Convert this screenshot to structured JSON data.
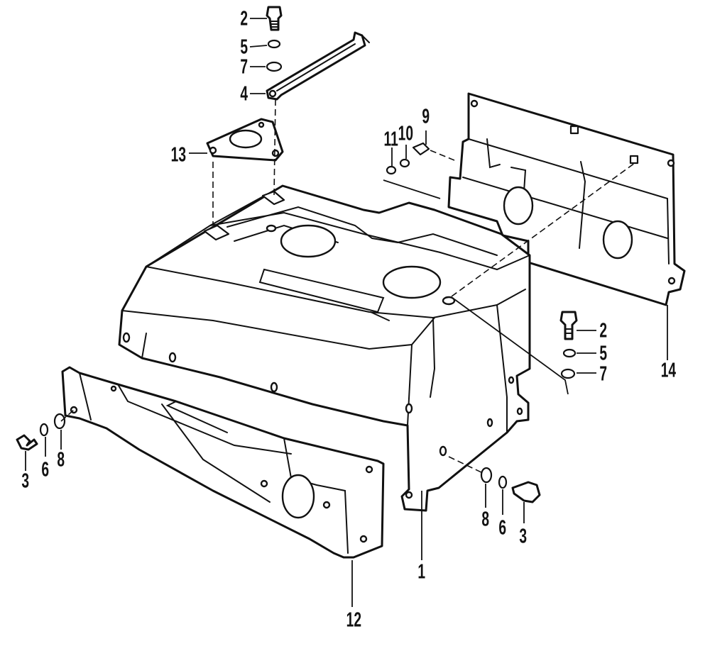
{
  "labels": {
    "top_bolt": "2",
    "top_lock_washer": "5",
    "top_flat_washer": "7",
    "strap": "4",
    "plate": "13",
    "nut_11": "11",
    "washer_10": "10",
    "screw_9": "9",
    "right_bolt": "2",
    "right_lock_washer": "5",
    "right_flat_washer": "7",
    "back_bracket": "14",
    "left_bolt": "3",
    "left_lock_washer": "6",
    "left_flat_washer": "8",
    "right_lower_flat_washer": "8",
    "right_lower_lock_washer": "6",
    "right_lower_bolt": "3",
    "shroud": "1",
    "front_bracket": "12"
  }
}
